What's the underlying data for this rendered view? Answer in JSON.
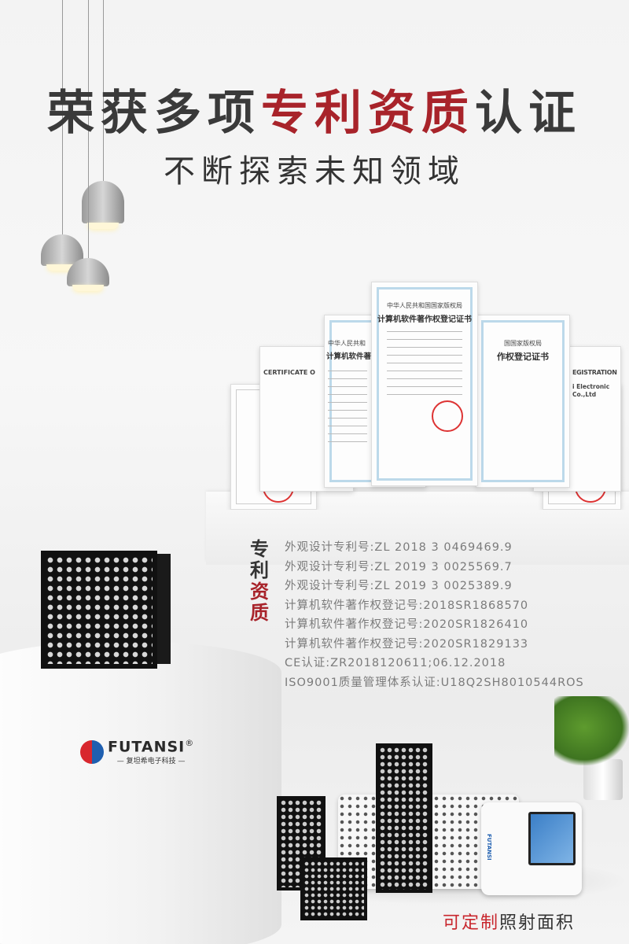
{
  "headline": {
    "part1": "荣获多项",
    "part2": "专利资质",
    "part3": "认证"
  },
  "subtitle": "不断探索未知领域",
  "certificates": {
    "main": {
      "issuer": "中华人民共和国国家版权局",
      "title": "计算机软件著作权登记证书"
    },
    "left_partial": {
      "issuer": "中华人民共和",
      "title": "计算机软件著"
    },
    "right_partial": {
      "issuer": "国国家版权局",
      "title": "作权登记证书"
    },
    "certificate_left": "CERTIFICATE O",
    "certificate_right": "EGISTRATION",
    "company_right": "i Electronic Co.,Ltd"
  },
  "qualifications": {
    "side_label_a": "专利",
    "side_label_b": "资质",
    "items": [
      "外观设计专利号:ZL 2018 3 0469469.9",
      "外观设计专利号:ZL 2019 3 0025569.7",
      "外观设计专利号:ZL 2019 3 0025389.9",
      "计算机软件著作权登记号:2018SR1868570",
      "计算机软件著作权登记号:2020SR1826410",
      "计算机软件著作权登记号:2020SR1829133",
      "CE认证:ZR2018120611;06.12.2018",
      "ISO9001质量管理体系认证:U18Q2SH8010544ROS"
    ]
  },
  "logo": {
    "name": "FUTANSI",
    "registered": "®",
    "subtitle": "— 复坦希电子科技 —"
  },
  "device_brand": "FUTANSI",
  "bottom_caption": {
    "highlight": "可定制",
    "rest": "照射面积"
  },
  "colors": {
    "accent_red": "#a8232a",
    "text_dark": "#333333",
    "list_gray": "#7b7b7b",
    "logo_blue": "#1f5fb0"
  }
}
